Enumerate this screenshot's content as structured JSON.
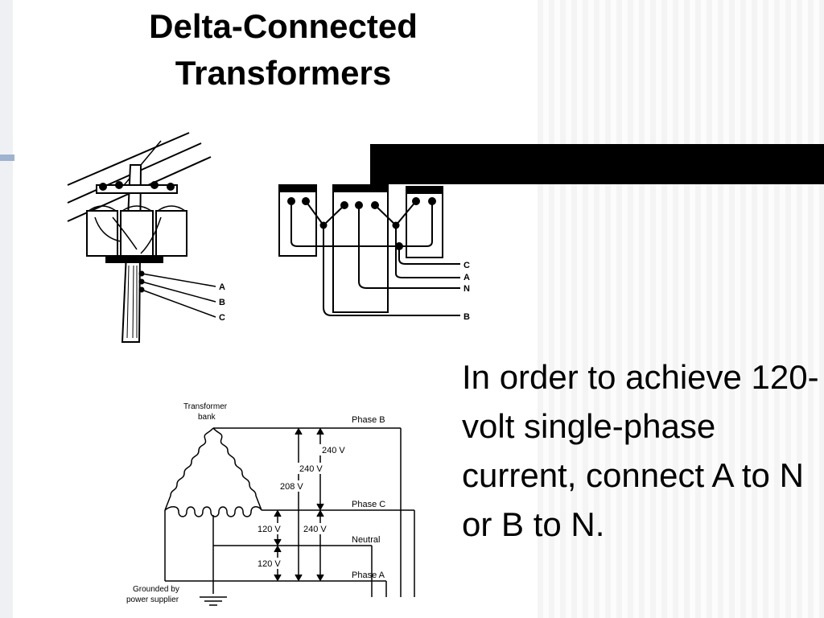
{
  "slide": {
    "title_line1": "Delta-Connected",
    "title_line2": "Transformers",
    "body": "In order to achieve 120-volt single-phase current, connect A to N or B to N."
  },
  "pole_figure": {
    "labels": [
      "A",
      "B",
      "C"
    ]
  },
  "wiring_figure": {
    "labels": [
      "C",
      "A",
      "N",
      "B"
    ]
  },
  "schematic": {
    "transformer_bank": [
      "Transformer",
      "bank"
    ],
    "grounded": [
      "Grounded by",
      "power supplier"
    ],
    "phases": [
      "Phase B",
      "Phase C",
      "Neutral",
      "Phase A"
    ],
    "voltages": [
      "240 V",
      "240 V",
      "208 V",
      "120 V",
      "240 V",
      "120 V"
    ]
  },
  "colors": {
    "accent": "#9fb3cf",
    "bar": "#000000"
  }
}
